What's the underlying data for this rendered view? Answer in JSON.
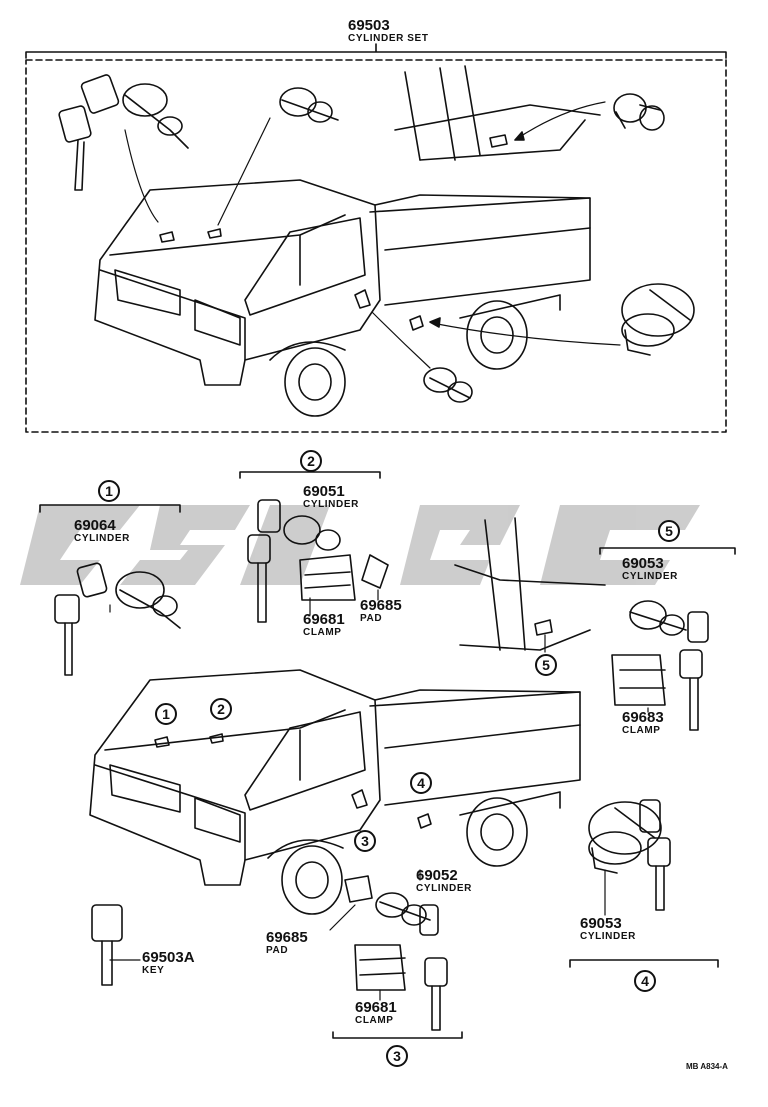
{
  "set": {
    "part_no": "69503",
    "name": "CYLINDER SET"
  },
  "groups": [
    {
      "callout": "1",
      "part_no": "69064",
      "name": "CYLINDER"
    },
    {
      "callout": "2",
      "part_no": "69051",
      "name": "CYLINDER",
      "clamp_no": "69681",
      "clamp_name": "CLAMP",
      "pad_no": "69685",
      "pad_name": "PAD"
    },
    {
      "callout": "3",
      "part_no": "69052",
      "name": "CYLINDER",
      "clamp_no": "69681",
      "clamp_name": "CLAMP",
      "pad_no": "69685",
      "pad_name": "PAD"
    },
    {
      "callout": "4",
      "part_no": "69053",
      "name": "CYLINDER"
    },
    {
      "callout": "5",
      "part_no": "69053",
      "name": "CYLINDER",
      "clamp_no": "69683",
      "clamp_name": "CLAMP"
    }
  ],
  "key": {
    "part_no": "69503A",
    "name": "KEY"
  },
  "truck_callouts": [
    "1",
    "2",
    "3",
    "4",
    "5"
  ],
  "footer_ref": "MB  A834-A",
  "colors": {
    "line": "#111111",
    "watermark": "#bdbdbd"
  }
}
